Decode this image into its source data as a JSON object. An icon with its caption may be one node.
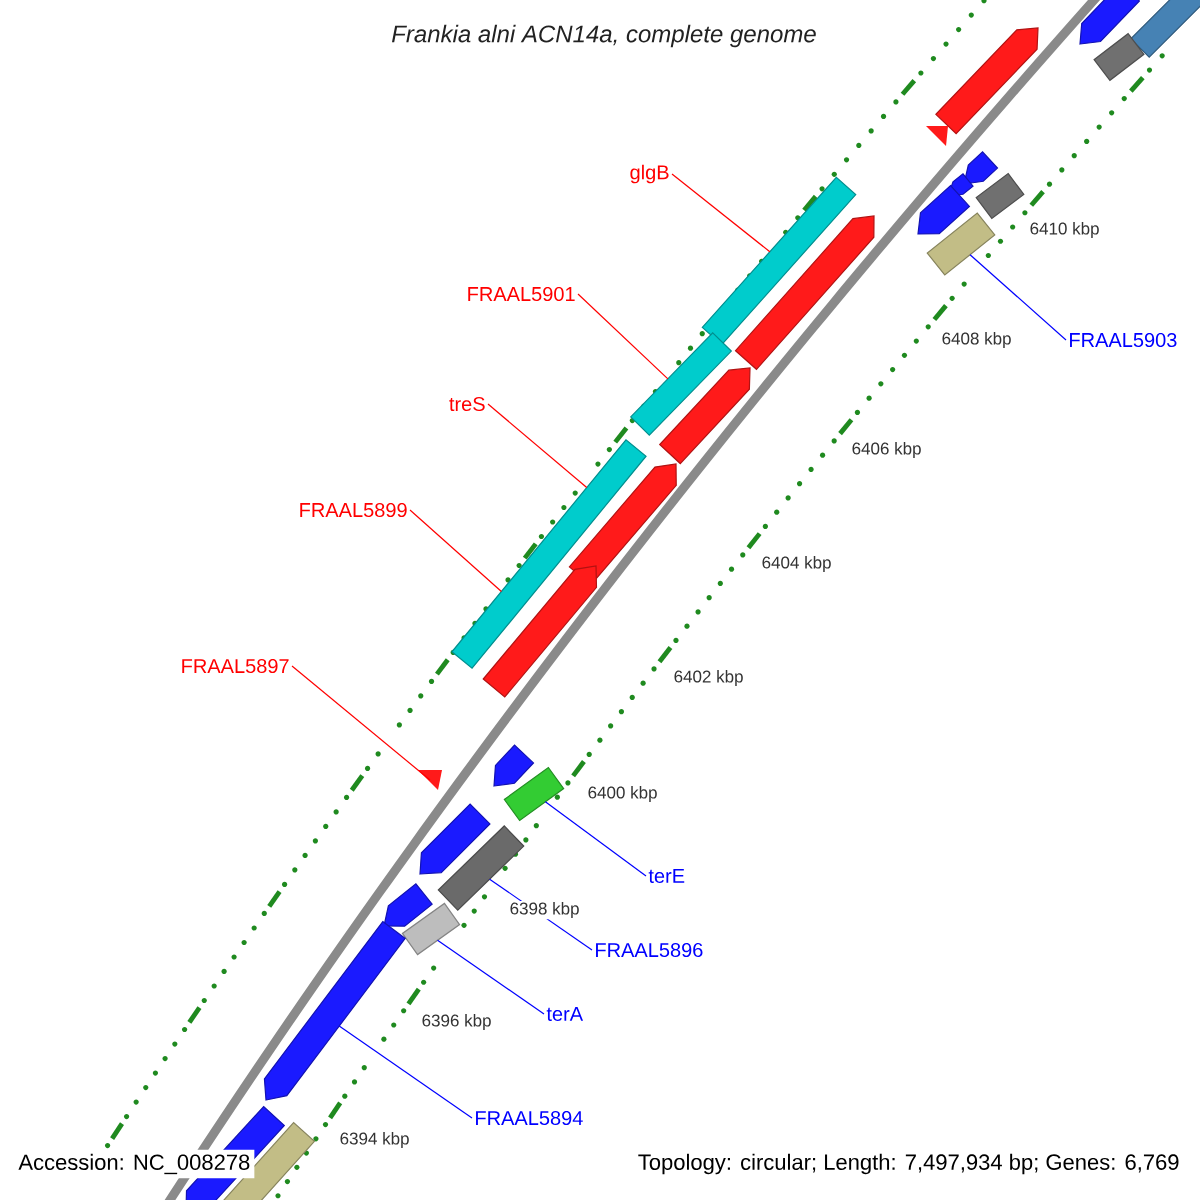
{
  "diagram": {
    "title": "Frankia alni ACN14a, complete genome",
    "nodes": [
      {
        "text": [
          "glgB"
        ]
      },
      {
        "text": [
          "FRAAL5901"
        ]
      },
      {
        "text": [
          "FRAAL5903"
        ]
      },
      {
        "text": [
          "treS"
        ]
      },
      {
        "text": [
          "FRAAL5899"
        ]
      },
      {
        "text": [
          "FRAAL5897"
        ]
      },
      {
        "text": [
          "terE"
        ]
      },
      {
        "text": [
          "FRAAL5896"
        ]
      },
      {
        "text": [
          "terA"
        ]
      },
      {
        "text": [
          "FRAAL5894"
        ]
      },
      {
        "text": [],
        "shape": "pentagon"
      },
      {
        "text": [],
        "shape": "box"
      },
      {
        "text": [],
        "shape": "box"
      },
      {
        "text": [],
        "shape": "pentagon"
      },
      {
        "text": [],
        "shape": "triangle"
      },
      {
        "text": [],
        "shape": "pentagon"
      },
      {
        "text": [],
        "shape": "pentagon"
      },
      {
        "text": [],
        "shape": "box"
      },
      {
        "text": [],
        "shape": "pentagon"
      },
      {
        "text": [],
        "shape": "box"
      },
      {
        "text": [],
        "shape": "box"
      },
      {
        "text": [],
        "shape": "pentagon"
      },
      {
        "text": [],
        "shape": "box"
      },
      {
        "text": [],
        "shape": "pentagon"
      },
      {
        "text": [],
        "shape": "box"
      },
      {
        "text": [],
        "shape": "pentagon"
      },
      {
        "text": [],
        "shape": "pentagon"
      },
      {
        "text": [],
        "shape": "triangle"
      },
      {
        "text": [],
        "shape": "pentagon"
      },
      {
        "text": [],
        "shape": "box"
      },
      {
        "text": [],
        "shape": "pentagon"
      },
      {
        "text": [],
        "shape": "box"
      },
      {
        "text": [],
        "shape": "pentagon"
      },
      {
        "text": [],
        "shape": "box"
      },
      {
        "text": [],
        "shape": "pentagon"
      },
      {
        "text": [],
        "shape": "pentagon"
      },
      {
        "text": [],
        "shape": "box"
      }
    ],
    "edges": [
      {
        "from": 0,
        "to": 20,
        "arrow": "none",
        "color": "#ff0000"
      },
      {
        "from": 1,
        "to": 22,
        "arrow": "none",
        "color": "#ff0000"
      },
      {
        "from": 2,
        "to": 19,
        "arrow": "none",
        "color": "#0000ff"
      },
      {
        "from": 3,
        "to": 24,
        "arrow": "none",
        "color": "#ff0000"
      },
      {
        "from": 4,
        "to": 24,
        "arrow": "none",
        "color": "#ff0000"
      },
      {
        "from": 5,
        "to": 27,
        "arrow": "none",
        "color": "#ff0000"
      },
      {
        "from": 6,
        "to": 29,
        "arrow": "none",
        "color": "#0000ff"
      },
      {
        "from": 7,
        "to": 31,
        "arrow": "none",
        "color": "#0000ff"
      },
      {
        "from": 8,
        "to": 33,
        "arrow": "none",
        "color": "#0000ff"
      },
      {
        "from": 9,
        "to": 34,
        "arrow": "none",
        "color": "#0000ff"
      }
    ],
    "labels": [
      "6410 kbp",
      "6408 kbp",
      "6406 kbp",
      "6404 kbp",
      "6402 kbp",
      "6400 kbp",
      "6398 kbp",
      "6396 kbp",
      "6394 kbp",
      "Accession: NC_008278",
      "Topology: circular; Length: 7,497,934 bp; Genes: 6,769"
    ]
  }
}
